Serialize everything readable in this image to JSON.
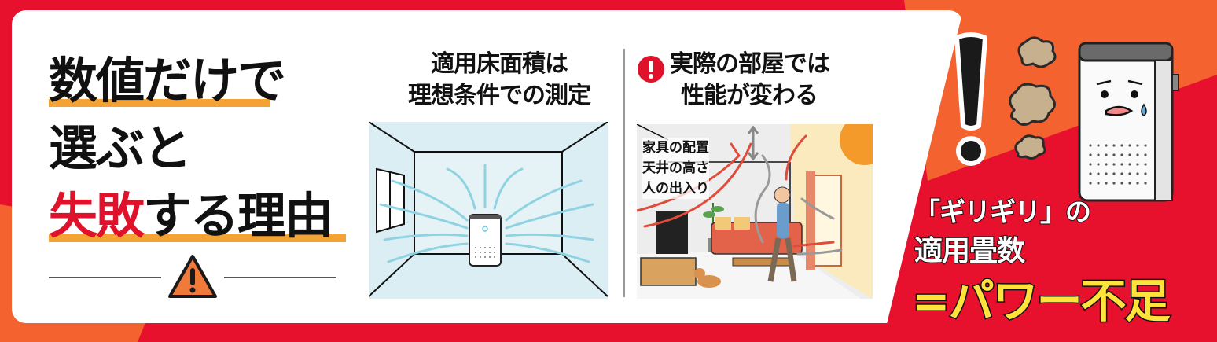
{
  "colors": {
    "background_red": "#e8112d",
    "background_orange": "#f4622f",
    "card_white": "#ffffff",
    "highlight_underline": "#f5a234",
    "accent_red_text": "#e0112b",
    "warning_orange": "#f07a3a",
    "result_yellow": "#ffe23a",
    "room_blue": "#dbeef3",
    "airflow_blue": "#8fd3e3"
  },
  "title": {
    "line1": "数値だけで",
    "line2": "選ぶと",
    "line3_red": "失敗",
    "line3_rest": "する理由"
  },
  "panel_ideal": {
    "title_line1": "適用床面積は",
    "title_line2": "理想条件での測定",
    "illustration": "empty-room-with-air-purifier-even-airflow"
  },
  "panel_real": {
    "alert_icon": "exclamation-circle-icon",
    "title_line1": "実際の部屋では",
    "title_line2": "性能が変わる",
    "labels": [
      "家具の配置",
      "天井の高さ",
      "人の出入り"
    ],
    "illustration": "living-room-with-furniture-person-dog-sun-disrupted-airflow"
  },
  "conclusion": {
    "line1": "「ギリギリ」の",
    "line2": "適用畳数",
    "line3": "=パワー不足",
    "illustration": "worried-air-purifier-with-dust-clouds-and-exclamation"
  }
}
